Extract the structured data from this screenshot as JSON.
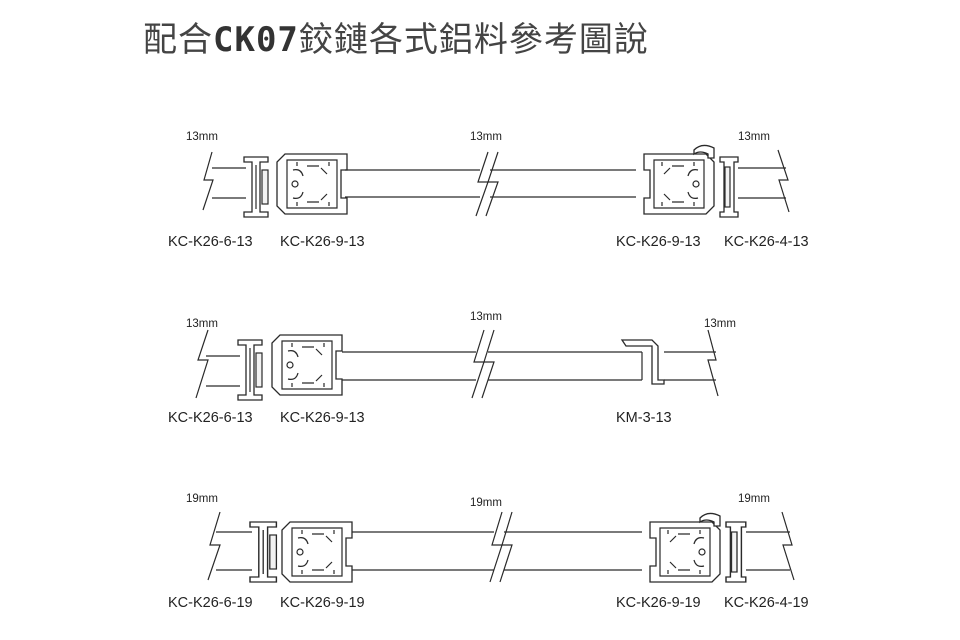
{
  "title": {
    "prefix": "配合",
    "code": "CK07",
    "suffix": "鉸鏈各式鋁料參考圖說"
  },
  "rows": [
    {
      "dims": [
        "13mm",
        "13mm",
        "13mm"
      ],
      "labels": [
        "KC-K26-6-13",
        "KC-K26-9-13",
        "KC-K26-9-13",
        "KC-K26-4-13"
      ]
    },
    {
      "dims": [
        "13mm",
        "13mm",
        "13mm"
      ],
      "labels": [
        "KC-K26-6-13",
        "KC-K26-9-13",
        "KM-3-13"
      ]
    },
    {
      "dims": [
        "19mm",
        "19mm",
        "19mm"
      ],
      "labels": [
        "KC-K26-6-19",
        "KC-K26-9-19",
        "KC-K26-9-19",
        "KC-K26-4-19"
      ]
    }
  ]
}
